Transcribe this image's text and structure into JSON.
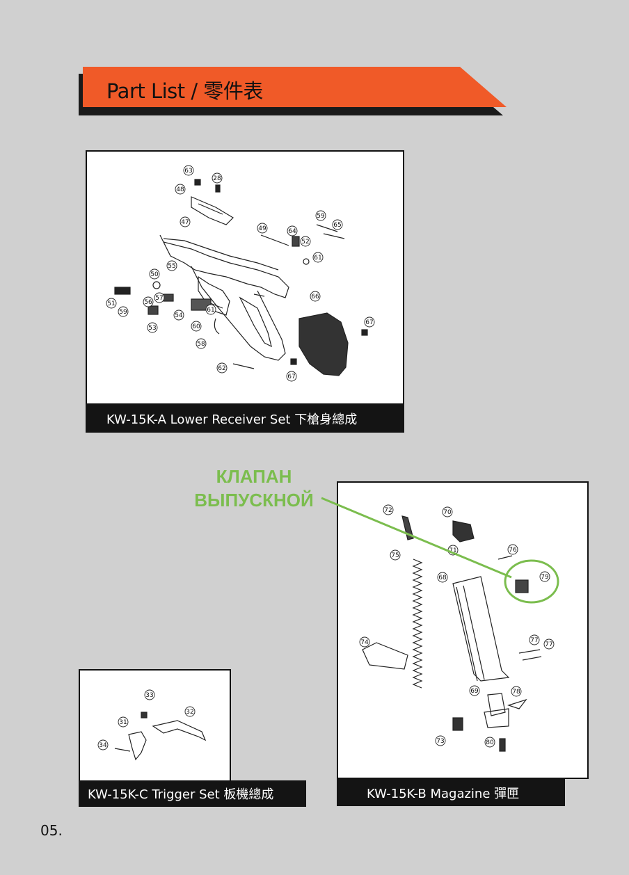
{
  "header": {
    "title": "Part List / 零件表",
    "colors": {
      "banner": "#f05a28",
      "shadow": "#1a1a1a"
    }
  },
  "panels": {
    "lower_receiver": {
      "caption": "KW-15K-A  Lower Receiver Set  下槍身總成",
      "part_numbers": [
        "63",
        "28",
        "48",
        "47",
        "49",
        "64",
        "59",
        "65",
        "52",
        "61",
        "55",
        "50",
        "57",
        "51",
        "56",
        "59",
        "53",
        "54",
        "61",
        "60",
        "58",
        "66",
        "67",
        "67",
        "62"
      ]
    },
    "magazine": {
      "caption": "KW-15K-B Magazine  彈匣",
      "part_numbers": [
        "72",
        "70",
        "71",
        "76",
        "75",
        "68",
        "79",
        "74",
        "77",
        "77",
        "69",
        "78",
        "73",
        "80"
      ]
    },
    "trigger": {
      "caption": "KW-15K-C Trigger Set   板機總成",
      "part_numbers": [
        "33",
        "32",
        "31",
        "34"
      ]
    }
  },
  "callout": {
    "line1": "КЛАПАН",
    "line2": "ВЫПУСКНОЙ",
    "target_part": "79",
    "color": "#7bbd4e"
  },
  "footer": {
    "page_number": "05."
  }
}
